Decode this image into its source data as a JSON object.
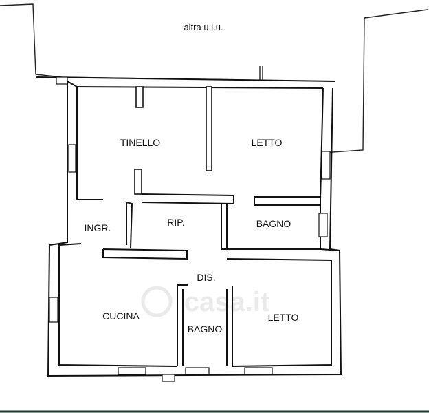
{
  "plan": {
    "neighbor_label": "altra u.i.u.",
    "watermark": "casa.it",
    "rooms": {
      "tinello": "TINELLO",
      "letto_top": "LETTO",
      "ingresso": "INGR.",
      "ripostiglio": "RIP.",
      "bagno_right": "BAGNO",
      "disimpegno": "DIS.",
      "cucina": "CUCINA",
      "bagno_center": "BAGNO",
      "letto_bottom": "LETTO"
    }
  }
}
